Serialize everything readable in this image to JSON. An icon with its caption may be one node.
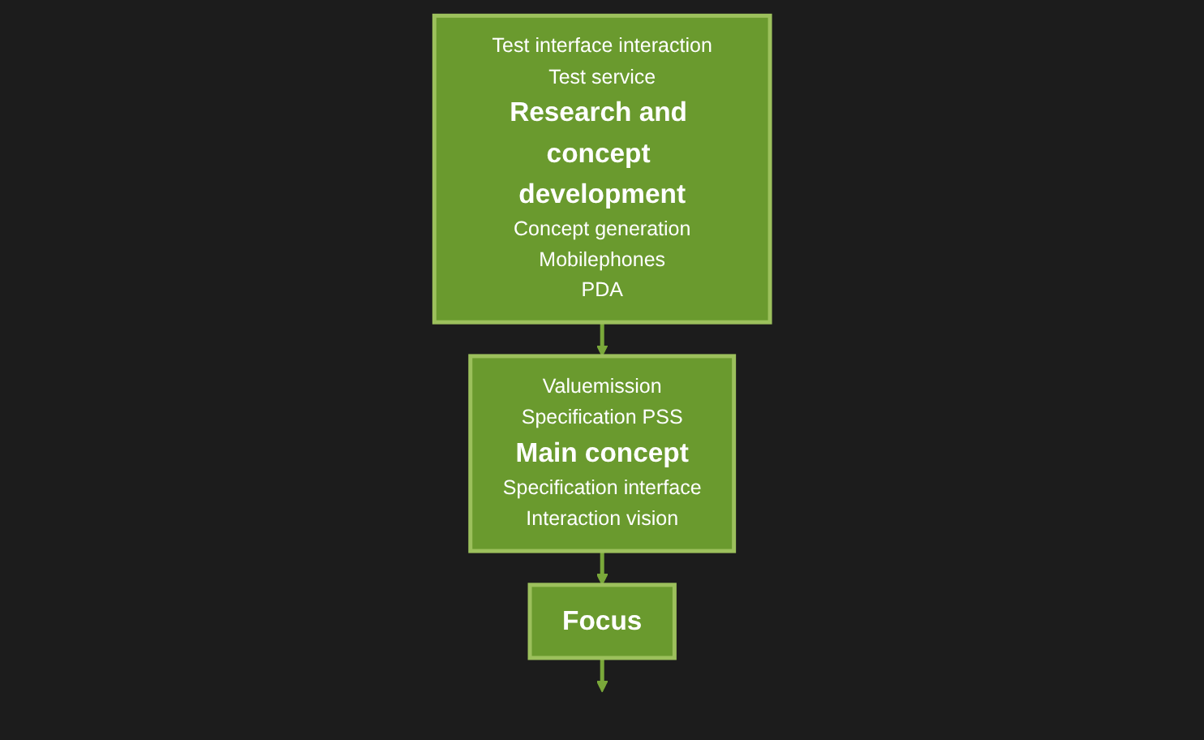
{
  "diagram": {
    "nodes": [
      {
        "text": [
          "Test interface interaction",
          "Test service",
          "Research and concept development",
          "Concept generation",
          "Mobilephones",
          "PDA"
        ]
      },
      {
        "text": [
          "Valuemission",
          "Specification PSS",
          "Main concept",
          "Specification interface",
          "Interaction vision"
        ]
      },
      {
        "text": [
          "Focus"
        ]
      }
    ],
    "edges": [
      {
        "from": 0,
        "to": 1,
        "arrow": "to"
      },
      {
        "from": 1,
        "to": 2,
        "arrow": "to"
      },
      {
        "from": 2,
        "to": null,
        "arrow": "to"
      }
    ]
  }
}
